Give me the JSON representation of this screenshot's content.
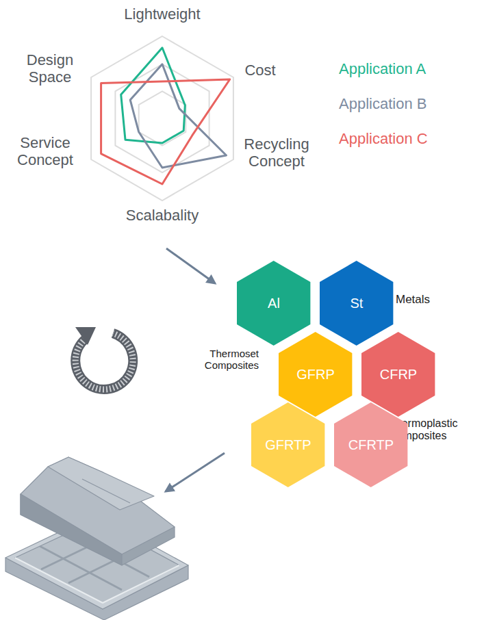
{
  "diagram": {
    "nodes": [
      {
        "text": [
          "Al"
        ]
      },
      {
        "text": [
          "St"
        ]
      },
      {
        "text": [
          "GFRP"
        ]
      },
      {
        "text": [
          "CFRP"
        ]
      },
      {
        "text": [
          "GFRTP"
        ]
      },
      {
        "text": [
          "CFRTP"
        ]
      }
    ],
    "labels": [
      "Lightweight",
      "Cost",
      "Recycling Concept",
      "Scalabality",
      "Service Concept",
      "Design Space",
      "Metals",
      "Thermoset Composites",
      "Thermoplastic Composites"
    ],
    "legend": [
      {
        "text": "Application A",
        "color": "#1fb58f"
      },
      {
        "text": "Application B",
        "color": "#7d8ba1"
      },
      {
        "text": "Application C",
        "color": "#e8625f"
      }
    ]
  }
}
